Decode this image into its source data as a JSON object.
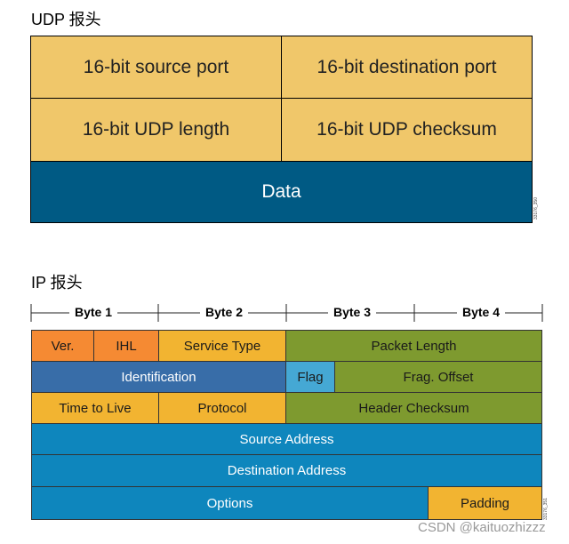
{
  "udp_section": {
    "title": "UDP 报头",
    "fields": {
      "source_port": "16-bit source port",
      "destination_port": "16-bit destination port",
      "udp_length": "16-bit UDP length",
      "udp_checksum": "16-bit UDP checksum",
      "data": "Data"
    },
    "side_code": "33176_350"
  },
  "ip_section": {
    "title": "IP 报头",
    "byte_labels": [
      "Byte 1",
      "Byte 2",
      "Byte 3",
      "Byte 4"
    ],
    "rows": {
      "r1": {
        "ver": "Ver.",
        "ihl": "IHL",
        "service_type": "Service Type",
        "packet_length": "Packet Length"
      },
      "r2": {
        "identification": "Identification",
        "flag": "Flag",
        "frag_offset": "Frag. Offset"
      },
      "r3": {
        "ttl": "Time to Live",
        "protocol": "Protocol",
        "header_checksum": "Header Checksum"
      },
      "r4": {
        "source_address": "Source Address"
      },
      "r5": {
        "destination_address": "Destination Address"
      },
      "r6": {
        "options": "Options",
        "padding": "Padding"
      }
    },
    "side_code": "33176_351"
  },
  "watermark": "CSDN @kaituozhizzz",
  "colors": {
    "udp_yellow": "#f0c76a",
    "udp_data_blue": "#005a84",
    "ip_orange": "#f58a33",
    "ip_yellow": "#f2b431",
    "ip_olive": "#7e9a2f",
    "ip_steel_blue": "#386da8",
    "ip_cyan": "#45a8d4",
    "ip_blue": "#0e86bd"
  }
}
